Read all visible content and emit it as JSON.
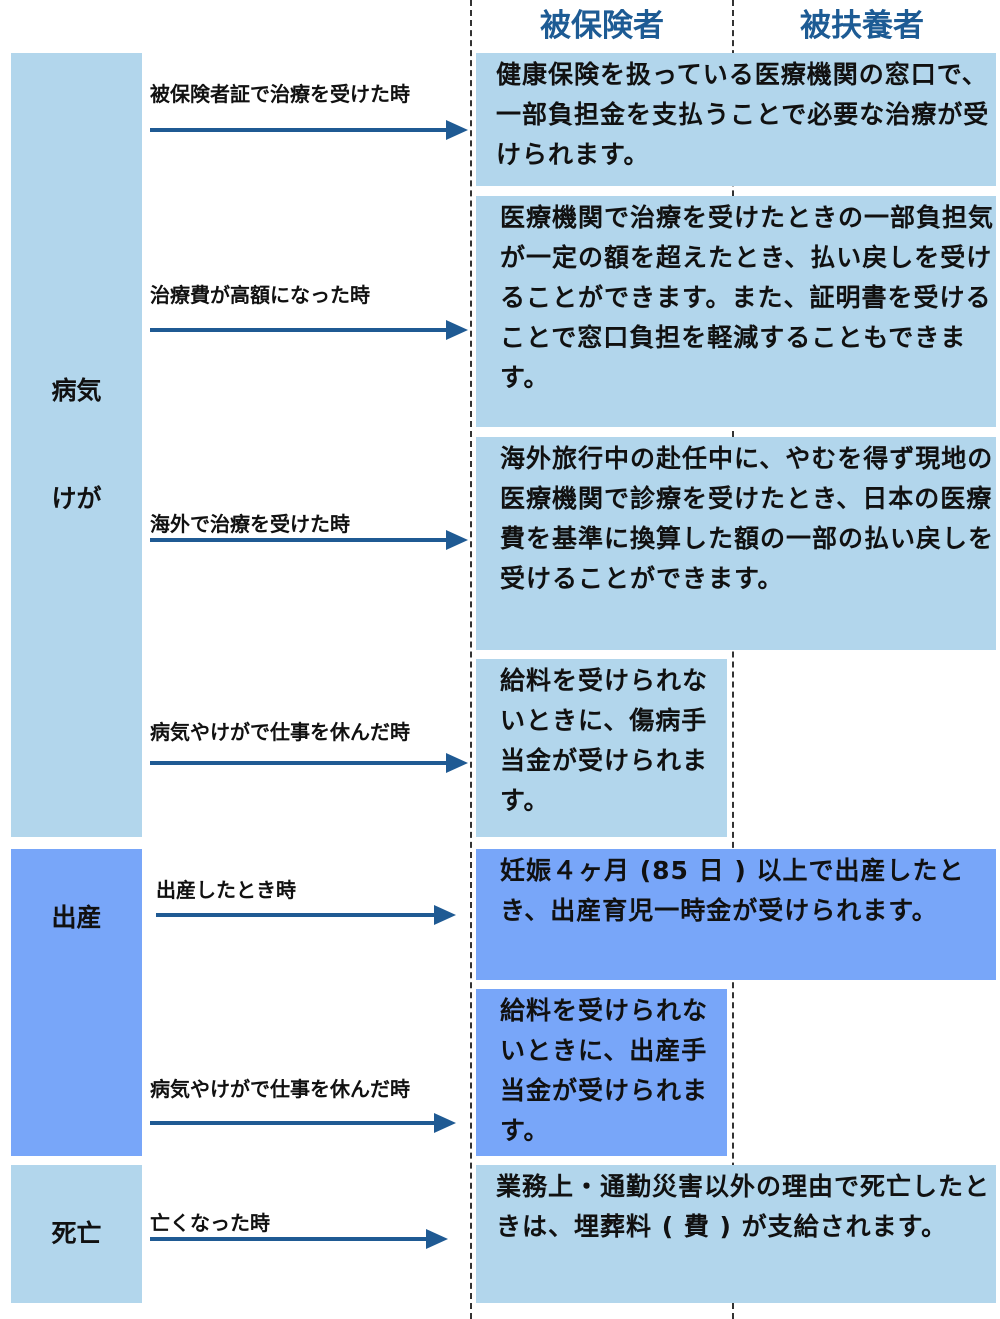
{
  "headers": {
    "insured": "被保険者",
    "dependent": "被扶養者"
  },
  "categories": [
    {
      "line1": "病気",
      "line2": "けが"
    },
    {
      "line1": "出産"
    },
    {
      "line1": "死亡"
    }
  ],
  "cases": [
    {
      "label": "被保険者証で治療を受けた時",
      "text": "健康保険を扱っている医療機関の窓口で、一部負担金を支払うことで必要な治療が受けられます。"
    },
    {
      "label": "治療費が高額になった時",
      "text": "医療機関で治療を受けたときの一部負担気が一定の額を超えたとき、払い戻しを受けることができます。また、証明書を受けることで窓口負担を軽減することもできます。"
    },
    {
      "label": "海外で治療を受けた時",
      "text": "海外旅行中の赴任中に、やむを得ず現地の医療機関で診療を受けたとき、日本の医療費を基準に換算した額の一部の払い戻しを受けることができます。"
    },
    {
      "label": "病気やけがで仕事を休んだ時",
      "text": "給料を受けられないときに、傷病手当金が受けられます。"
    },
    {
      "label": "出産したとき時",
      "text": "妊娠４ヶ月 (85 日 ) 以上で出産したとき、出産育児一時金が受けられます。"
    },
    {
      "label": "病気やけがで仕事を休んだ時",
      "text": "給料を受けられないときに、出産手当金が受けられます。"
    },
    {
      "label": "亡くなった時",
      "text": "業務上・通勤災害以外の理由で死亡したときは、埋葬料 ( 費 ) が支給されます。"
    }
  ],
  "colors": {
    "light": "#b2d6ec",
    "dark": "#78a6f9",
    "header": "#1d5b94",
    "arrow": "#1f5a93"
  }
}
